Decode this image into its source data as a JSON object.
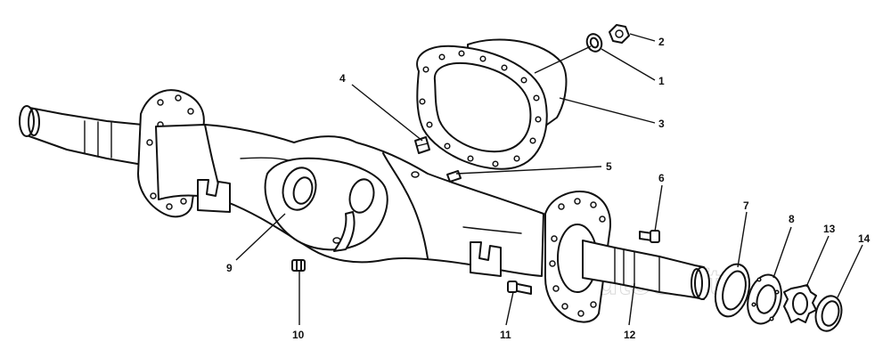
{
  "watermark": "AutoSoft",
  "callouts": [
    {
      "id": "callout-1",
      "label": "1"
    },
    {
      "id": "callout-2",
      "label": "2"
    },
    {
      "id": "callout-3",
      "label": "3"
    },
    {
      "id": "callout-4",
      "label": "4"
    },
    {
      "id": "callout-5",
      "label": "5"
    },
    {
      "id": "callout-6",
      "label": "6"
    },
    {
      "id": "callout-7",
      "label": "7"
    },
    {
      "id": "callout-8",
      "label": "8"
    },
    {
      "id": "callout-9",
      "label": "9"
    },
    {
      "id": "callout-10",
      "label": "10"
    },
    {
      "id": "callout-11",
      "label": "11"
    },
    {
      "id": "callout-12",
      "label": "12"
    },
    {
      "id": "callout-13",
      "label": "13"
    },
    {
      "id": "callout-14",
      "label": "14"
    }
  ]
}
